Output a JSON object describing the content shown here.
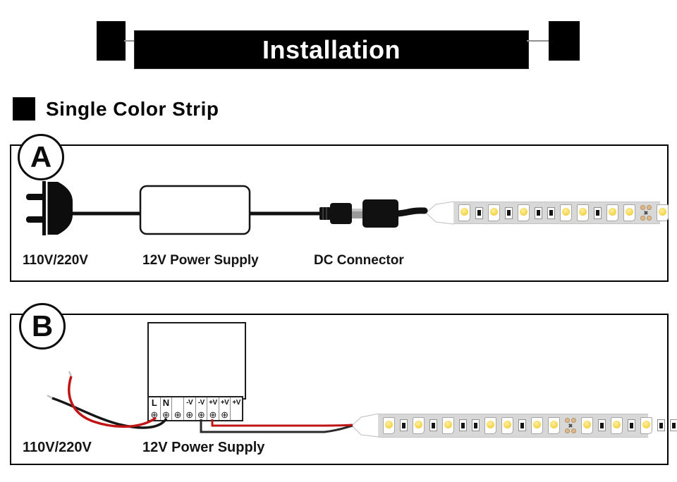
{
  "header": {
    "title": "Installation"
  },
  "section": {
    "title": "Single Color Strip"
  },
  "colors": {
    "wire_red": "#c11515",
    "wire_black": "#1a1a1a",
    "led_yellow": "#f5cf3a",
    "pad_tan": "#dcba8e",
    "strip_gray": "#d8d8d8"
  },
  "panel_a": {
    "letter": "A",
    "label_plug": "110V/220V",
    "label_psu": "12V Power Supply",
    "label_connector": "DC Connector",
    "strip_pattern": [
      "led",
      "res",
      "led",
      "res",
      "led",
      "res",
      "res",
      "led",
      "led",
      "res",
      "led",
      "led",
      "pads",
      "led"
    ]
  },
  "panel_b": {
    "letter": "B",
    "label_input": "110V/220V",
    "label_psu": "12V Power Supply",
    "terminal_labels": [
      "L",
      "N",
      "",
      "-V",
      "-V",
      "+V",
      "+V",
      "+V"
    ],
    "screw_symbol": "⊕",
    "screw_count": 7,
    "strip_pattern": [
      "led",
      "res",
      "led",
      "res",
      "led",
      "res",
      "res",
      "led",
      "led",
      "res",
      "led",
      "led",
      "pads",
      "led",
      "res",
      "led",
      "res",
      "led",
      "res",
      "res"
    ]
  }
}
